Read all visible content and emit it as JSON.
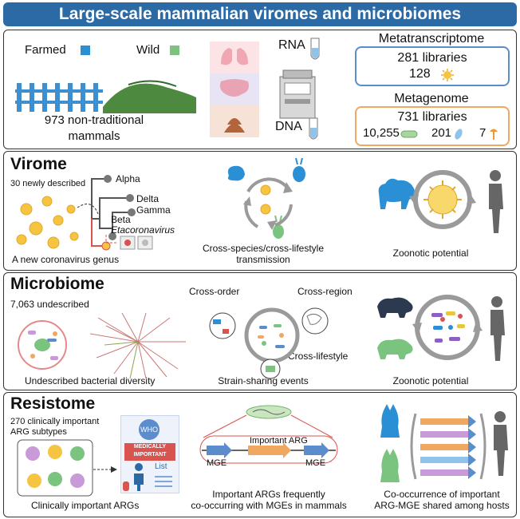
{
  "title": "Large-scale mammalian viromes and microbiomes",
  "overview": {
    "farmed": "Farmed",
    "wild": "Wild",
    "mammals_line1": "973 non-traditional",
    "mammals_line2": "mammals",
    "rna": "RNA",
    "dna": "DNA",
    "metatranscriptome": {
      "title": "Metatranscriptome",
      "libraries": "281 libraries",
      "count": "128"
    },
    "metagenome": {
      "title": "Metagenome",
      "libraries": "731 libraries",
      "bacteria": "10,255",
      "archaea": "201",
      "fungi": "7"
    }
  },
  "virome": {
    "heading": "Virome",
    "newly": "30 newly described",
    "alpha": "Alpha",
    "delta": "Delta",
    "gamma": "Gamma",
    "beta": "Beta",
    "etaco": "Etacoronavirus",
    "cap1": "A new coronavirus genus",
    "cap2_line1": "Cross-species/cross-lifestyle",
    "cap2_line2": "transmission",
    "cap3": "Zoonotic potential"
  },
  "microbiome": {
    "heading": "Microbiome",
    "undescribed": "7,063 undescribed",
    "cross_order": "Cross-order",
    "cross_region": "Cross-region",
    "cross_lifestyle": "Cross-lifestyle",
    "cap1": "Undescribed bacterial diversity",
    "cap2": "Strain-sharing events",
    "cap3": "Zoonotic potential"
  },
  "resistome": {
    "heading": "Resistome",
    "subtypes_line1": "270 clinically important",
    "subtypes_line2": "ARG subtypes",
    "who": "WHO",
    "medically_line1": "MEDICALLY",
    "medically_line2": "IMPORTANT",
    "list": "List",
    "important_arg": "Important ARG",
    "mge_left": "MGE",
    "mge_right": "MGE",
    "cap1": "Clinically important ARGs",
    "cap2_line1": "Important ARGs frequently",
    "cap2_line2": "co-occurring with MGEs in mammals",
    "cap3_line1": "Co-occurrence of important",
    "cap3_line2": "ARG-MGE shared among hosts"
  },
  "colors": {
    "banner": "#2c6aa6",
    "animal_blue": "#2b8fd6",
    "animal_green": "#7bc47f",
    "meta_blue": "#5b8ccc",
    "meta_orange": "#f0a860",
    "virus_yellow": "#f5c542",
    "arrow_gray": "#9a9a9a",
    "etaco_red": "#d9534f"
  }
}
